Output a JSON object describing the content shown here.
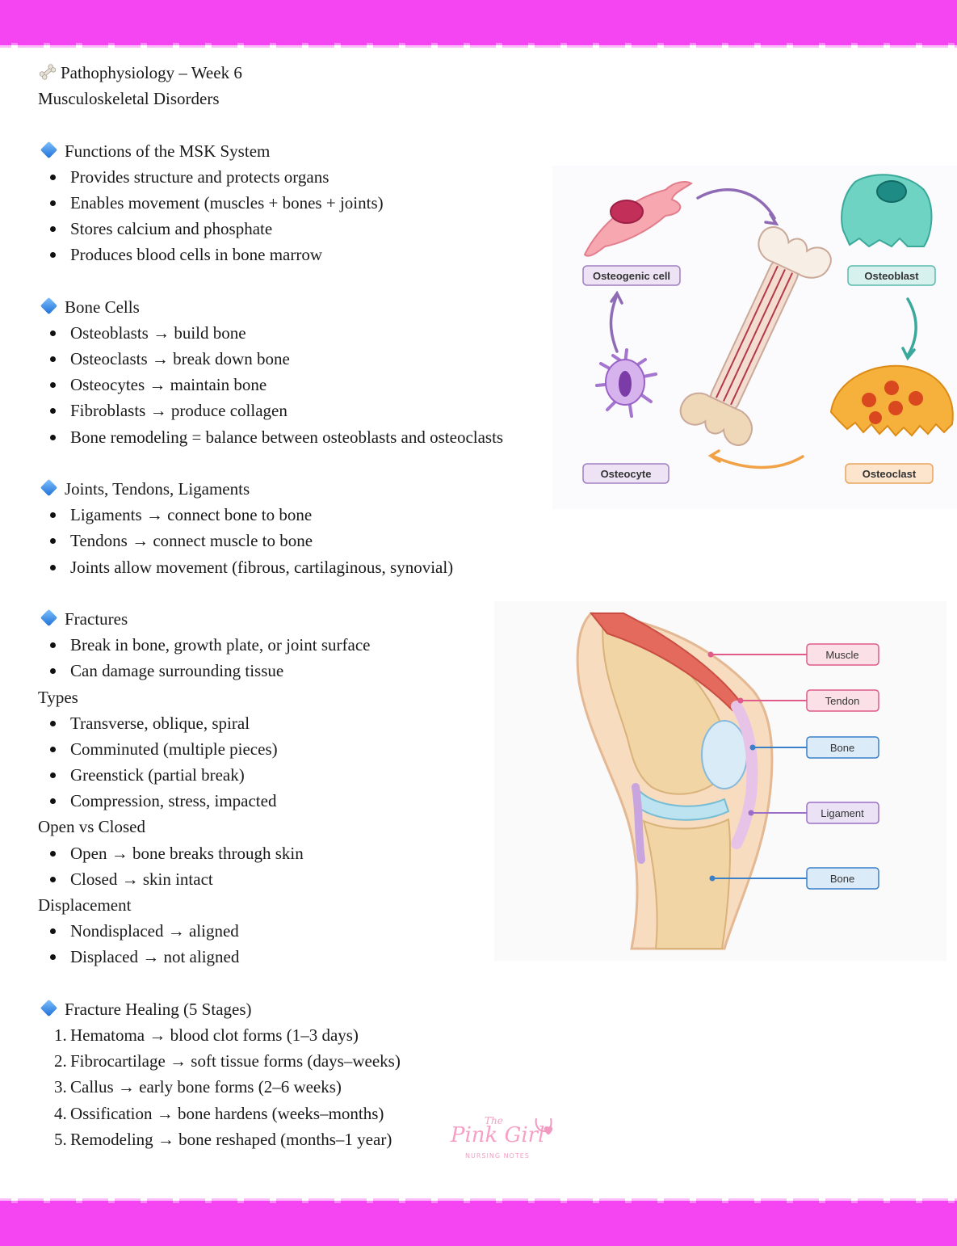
{
  "header": {
    "title": "Pathophysiology – Week 6",
    "subtitle": "Musculoskeletal Disorders"
  },
  "functions": {
    "heading": "Functions of the MSK System",
    "items": [
      "Provides structure and protects organs",
      "Enables movement (muscles + bones + joints)",
      "Stores calcium and phosphate",
      "Produces blood cells in bone marrow"
    ]
  },
  "bone_cells": {
    "heading": "Bone Cells",
    "items": [
      "Osteoblasts → build bone",
      "Osteoclasts → break down bone",
      "Osteocytes → maintain bone",
      "Fibroblasts → produce collagen",
      "Bone remodeling = balance between osteoblasts and osteoclasts"
    ]
  },
  "joints": {
    "heading": "Joints, Tendons, Ligaments",
    "items": [
      "Ligaments → connect bone to bone",
      "Tendons → connect muscle to bone",
      "Joints allow movement (fibrous, cartilaginous, synovial)"
    ]
  },
  "fractures": {
    "heading": "Fractures",
    "items": [
      "Break in bone, growth plate, or joint surface",
      "Can damage surrounding tissue"
    ],
    "types_label": "Types",
    "types": [
      "Transverse, oblique, spiral",
      "Comminuted (multiple pieces)",
      "Greenstick (partial break)",
      "Compression, stress, impacted"
    ],
    "open_closed_label": "Open vs Closed",
    "open_closed": [
      "Open → bone breaks through skin",
      "Closed → skin intact"
    ],
    "displacement_label": "Displacement",
    "displacement": [
      "Nondisplaced → aligned",
      "Displaced → not aligned"
    ]
  },
  "healing": {
    "heading": "Fracture Healing (5 Stages)",
    "stages": [
      {
        "num": "1.",
        "text": "Hematoma → blood clot forms (1–3 days)"
      },
      {
        "num": "2.",
        "text": "Fibrocartilage → soft tissue forms (days–weeks)"
      },
      {
        "num": "3.",
        "text": "Callus → early bone forms (2–6 weeks)"
      },
      {
        "num": "4.",
        "text": "Ossification → bone hardens (weeks–months)"
      },
      {
        "num": "5.",
        "text": "Remodeling → bone reshaped (months–1 year)"
      }
    ]
  },
  "figure_cells": {
    "labels": {
      "osteogenic": "Osteogenic cell",
      "osteoblast": "Osteoblast",
      "osteocyte": "Osteocyte",
      "osteoclast": "Osteoclast"
    }
  },
  "figure_knee": {
    "labels": {
      "muscle": "Muscle",
      "tendon": "Tendon",
      "bone_upper": "Bone",
      "ligament": "Ligament",
      "bone_lower": "Bone"
    }
  },
  "logo": {
    "the": "The",
    "brand": "Pink Girl",
    "tagline": "NURSING NOTES"
  },
  "colors": {
    "band": "#f545f2",
    "bullet_diamond": "#2b7de0"
  }
}
